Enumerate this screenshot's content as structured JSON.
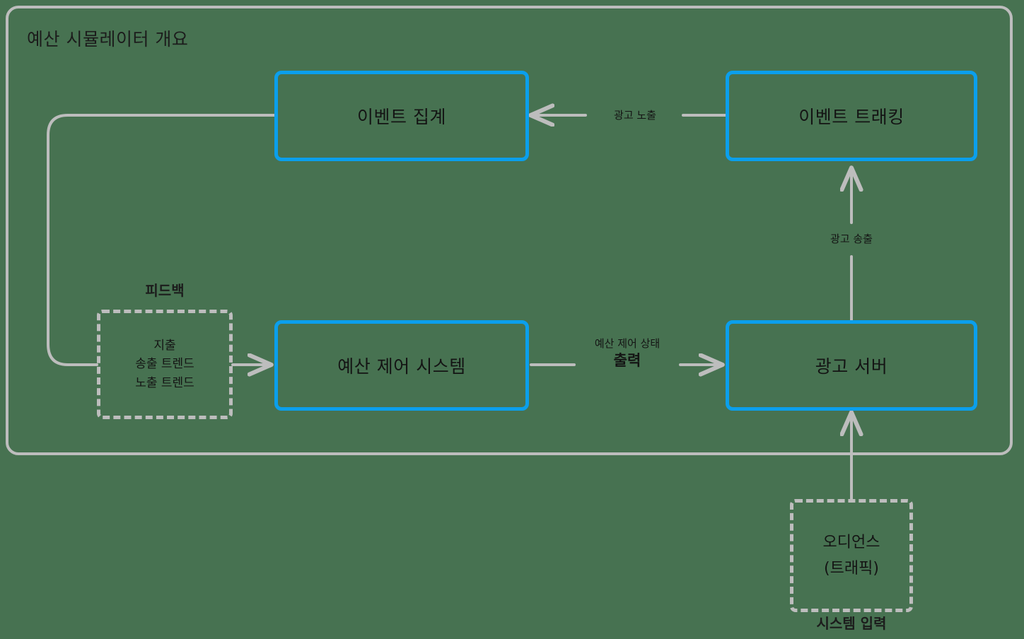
{
  "diagram": {
    "title": "예산 시뮬레이터 개요",
    "colors": {
      "background": "#477252",
      "node_border": "#0b9fec",
      "frame_border": "#bdbdbd",
      "edge_stroke": "#bdbdbd",
      "text": "#141414"
    },
    "nodes": {
      "event_aggregation": {
        "label": "이벤트 집계"
      },
      "event_tracking": {
        "label": "이벤트 트래킹"
      },
      "budget_control_system": {
        "label": "예산 제어 시스템"
      },
      "ad_server": {
        "label": "광고 서버"
      },
      "feedback": {
        "caption": "피드백",
        "lines": [
          "지출",
          "송출 트렌드",
          "노출 트렌드"
        ]
      },
      "audience": {
        "caption": "시스템 입력",
        "lines": [
          "오디언스",
          "(트래픽)"
        ]
      }
    },
    "edges": {
      "ad_impression": {
        "label": "광고 노출"
      },
      "ad_delivery": {
        "label": "광고 송출"
      },
      "budget_control_state": {
        "label_small": "예산 제어 상태",
        "label_big": "출력"
      }
    }
  }
}
